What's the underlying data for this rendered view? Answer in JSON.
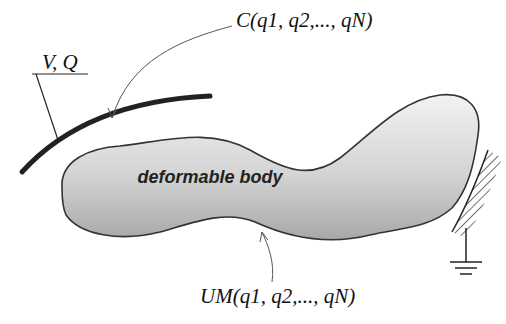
{
  "diagram": {
    "nodes": [
      {
        "text": [
          "deformable body"
        ]
      }
    ],
    "labels": [
      "V, Q",
      "C(q1, q2,..., qN)",
      "UM(q1, q2,..., qN)"
    ]
  }
}
